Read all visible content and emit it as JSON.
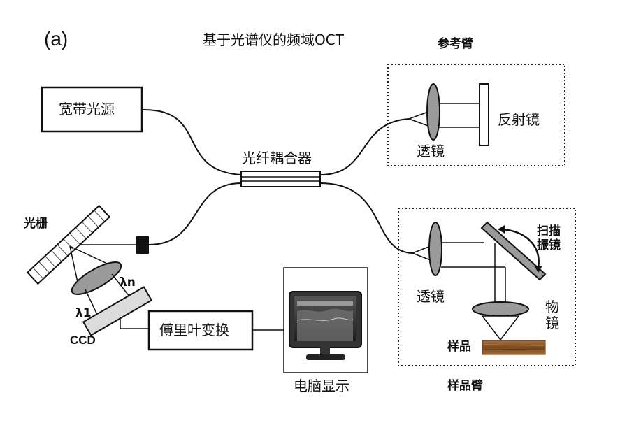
{
  "panel_label": "(a)",
  "title": "基于光谱仪的频域OCT",
  "reference_arm": {
    "title": "参考臂",
    "lens": "透镜",
    "mirror": "反射镜"
  },
  "sample_arm": {
    "title": "样品臂",
    "lens": "透镜",
    "scanner": "扫描\n振镜",
    "objective": "物\n镜",
    "sample": "样品"
  },
  "source": "宽带光源",
  "coupler": "光纤耦合器",
  "grating": "光栅",
  "ccd": "CCD",
  "lambda_n": "λn",
  "lambda_1": "λ1",
  "fft": "傅里叶变换",
  "display": "电脑显示",
  "colors": {
    "line": "#111111",
    "lens_fill": "#9a9a9a",
    "ccd_fill": "#dcdcdc",
    "sample_wood": "#8b5a2b",
    "screen": "#2a2a2a"
  }
}
